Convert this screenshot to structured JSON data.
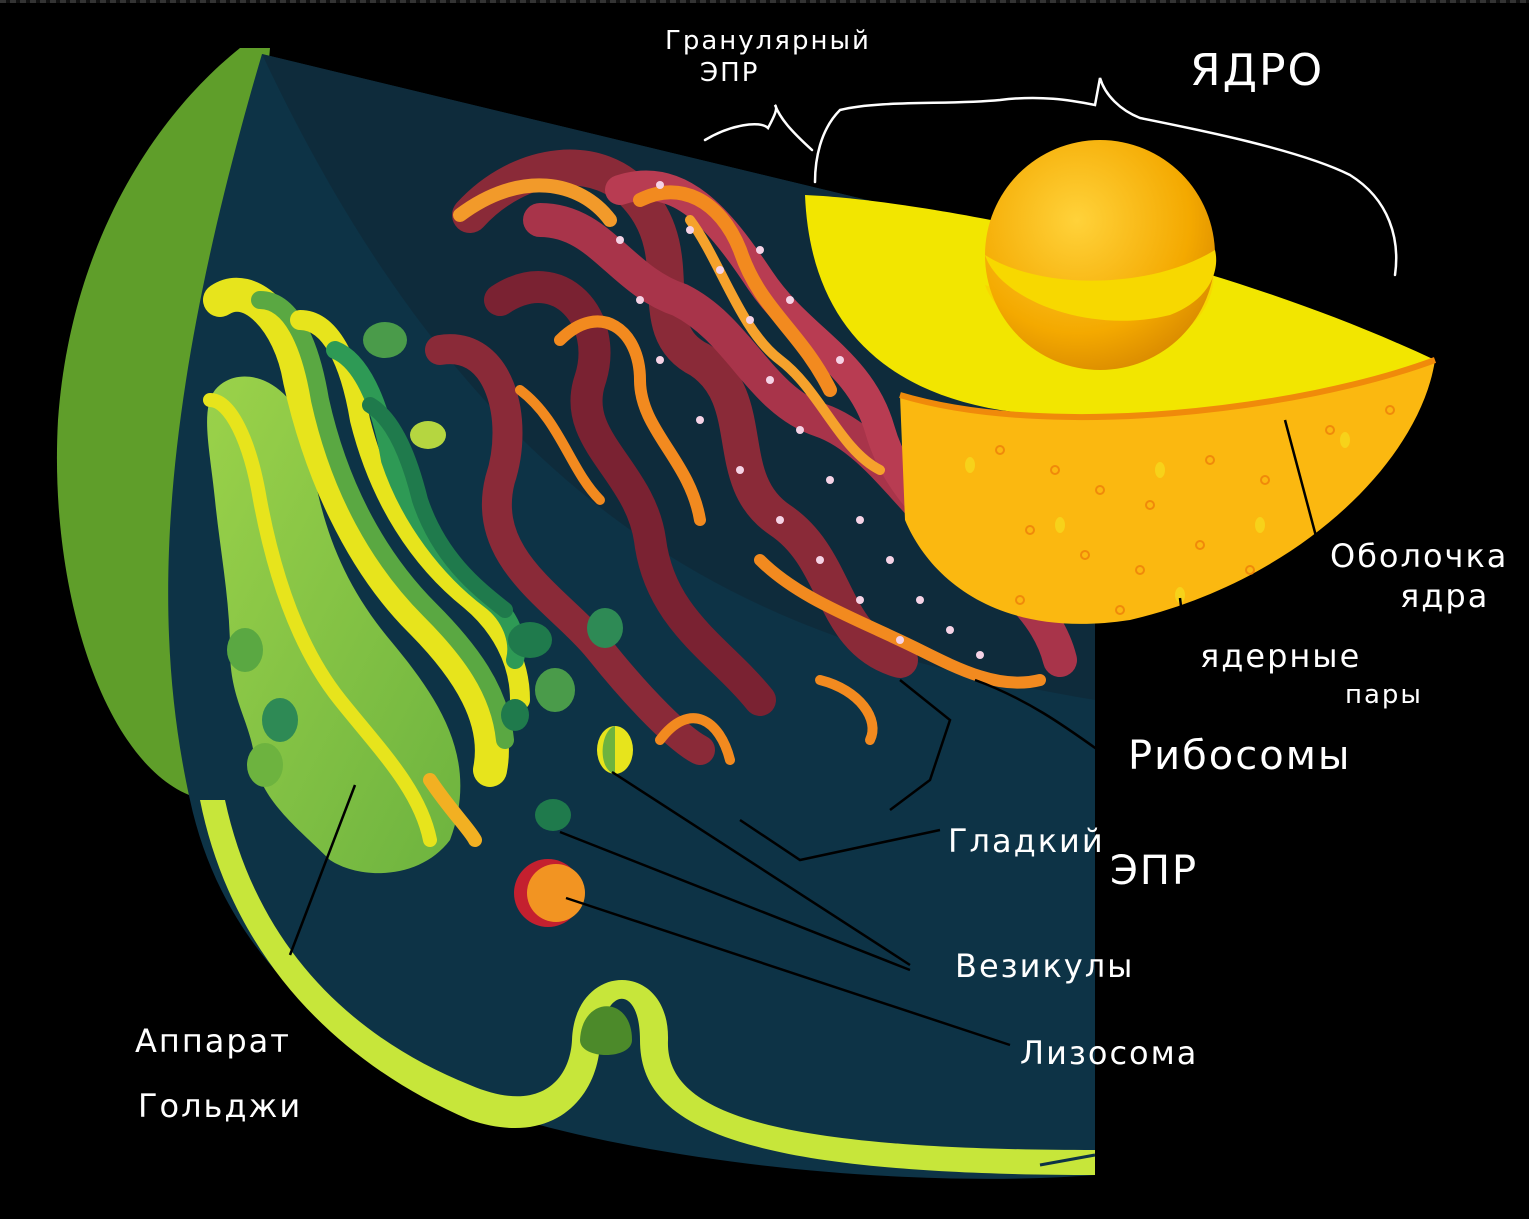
{
  "labels": {
    "granular_er": [
      "Гранулярный",
      "ЭПР"
    ],
    "nucleus": "ЯДРО",
    "nuclear_envelope": [
      "Оболочка",
      "ядра"
    ],
    "nuclear_pores": [
      "ядерные",
      "пары"
    ],
    "ribosomes": "Рибосомы",
    "smooth_er": [
      "Гладкий",
      "ЭПР"
    ],
    "vesicles": "Везикулы",
    "lysosome": "Лизосома",
    "golgi": [
      "Аппарат",
      "Гольджи"
    ]
  },
  "colors": {
    "background": "#000000",
    "cytoplasm": "#0d3346",
    "cell_membrane_outer": "#5f9e2a",
    "cell_membrane_inner": "#c7e63a",
    "nucleus_surface": "#f2e600",
    "nucleus_interior": "#fbb810",
    "nucleolus": "#f4b400",
    "rough_er": "#8a2a38",
    "rough_er_highlight": "#f28a1f",
    "golgi_light": "#8cc63f",
    "golgi_yellow": "#e7e41c",
    "golgi_dark": "#1f7a4c",
    "lysosome": "#f29422",
    "lysosome_rim": "#c4202f",
    "annotation_line": "#000000"
  }
}
